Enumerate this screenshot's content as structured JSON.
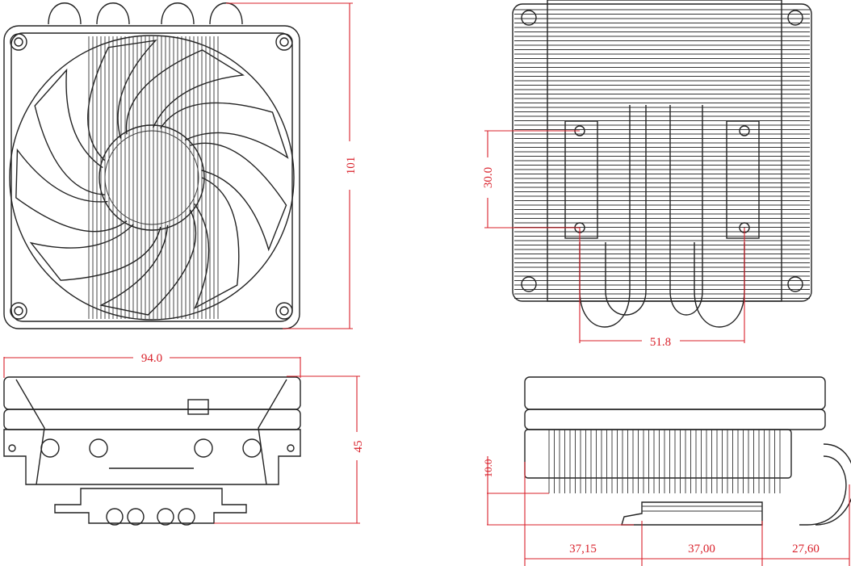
{
  "colors": {
    "line": "#222222",
    "dimension": "#d9202a"
  },
  "dimensions": {
    "front_height": "101",
    "side_width": "94.0",
    "side_height": "45",
    "mount_hole_spacing_v": "30.0",
    "mount_hole_spacing_h": "51.8",
    "base_offset": "10.0",
    "offset_left": "37,15",
    "base_width": "37,00",
    "offset_right": "27,60"
  }
}
